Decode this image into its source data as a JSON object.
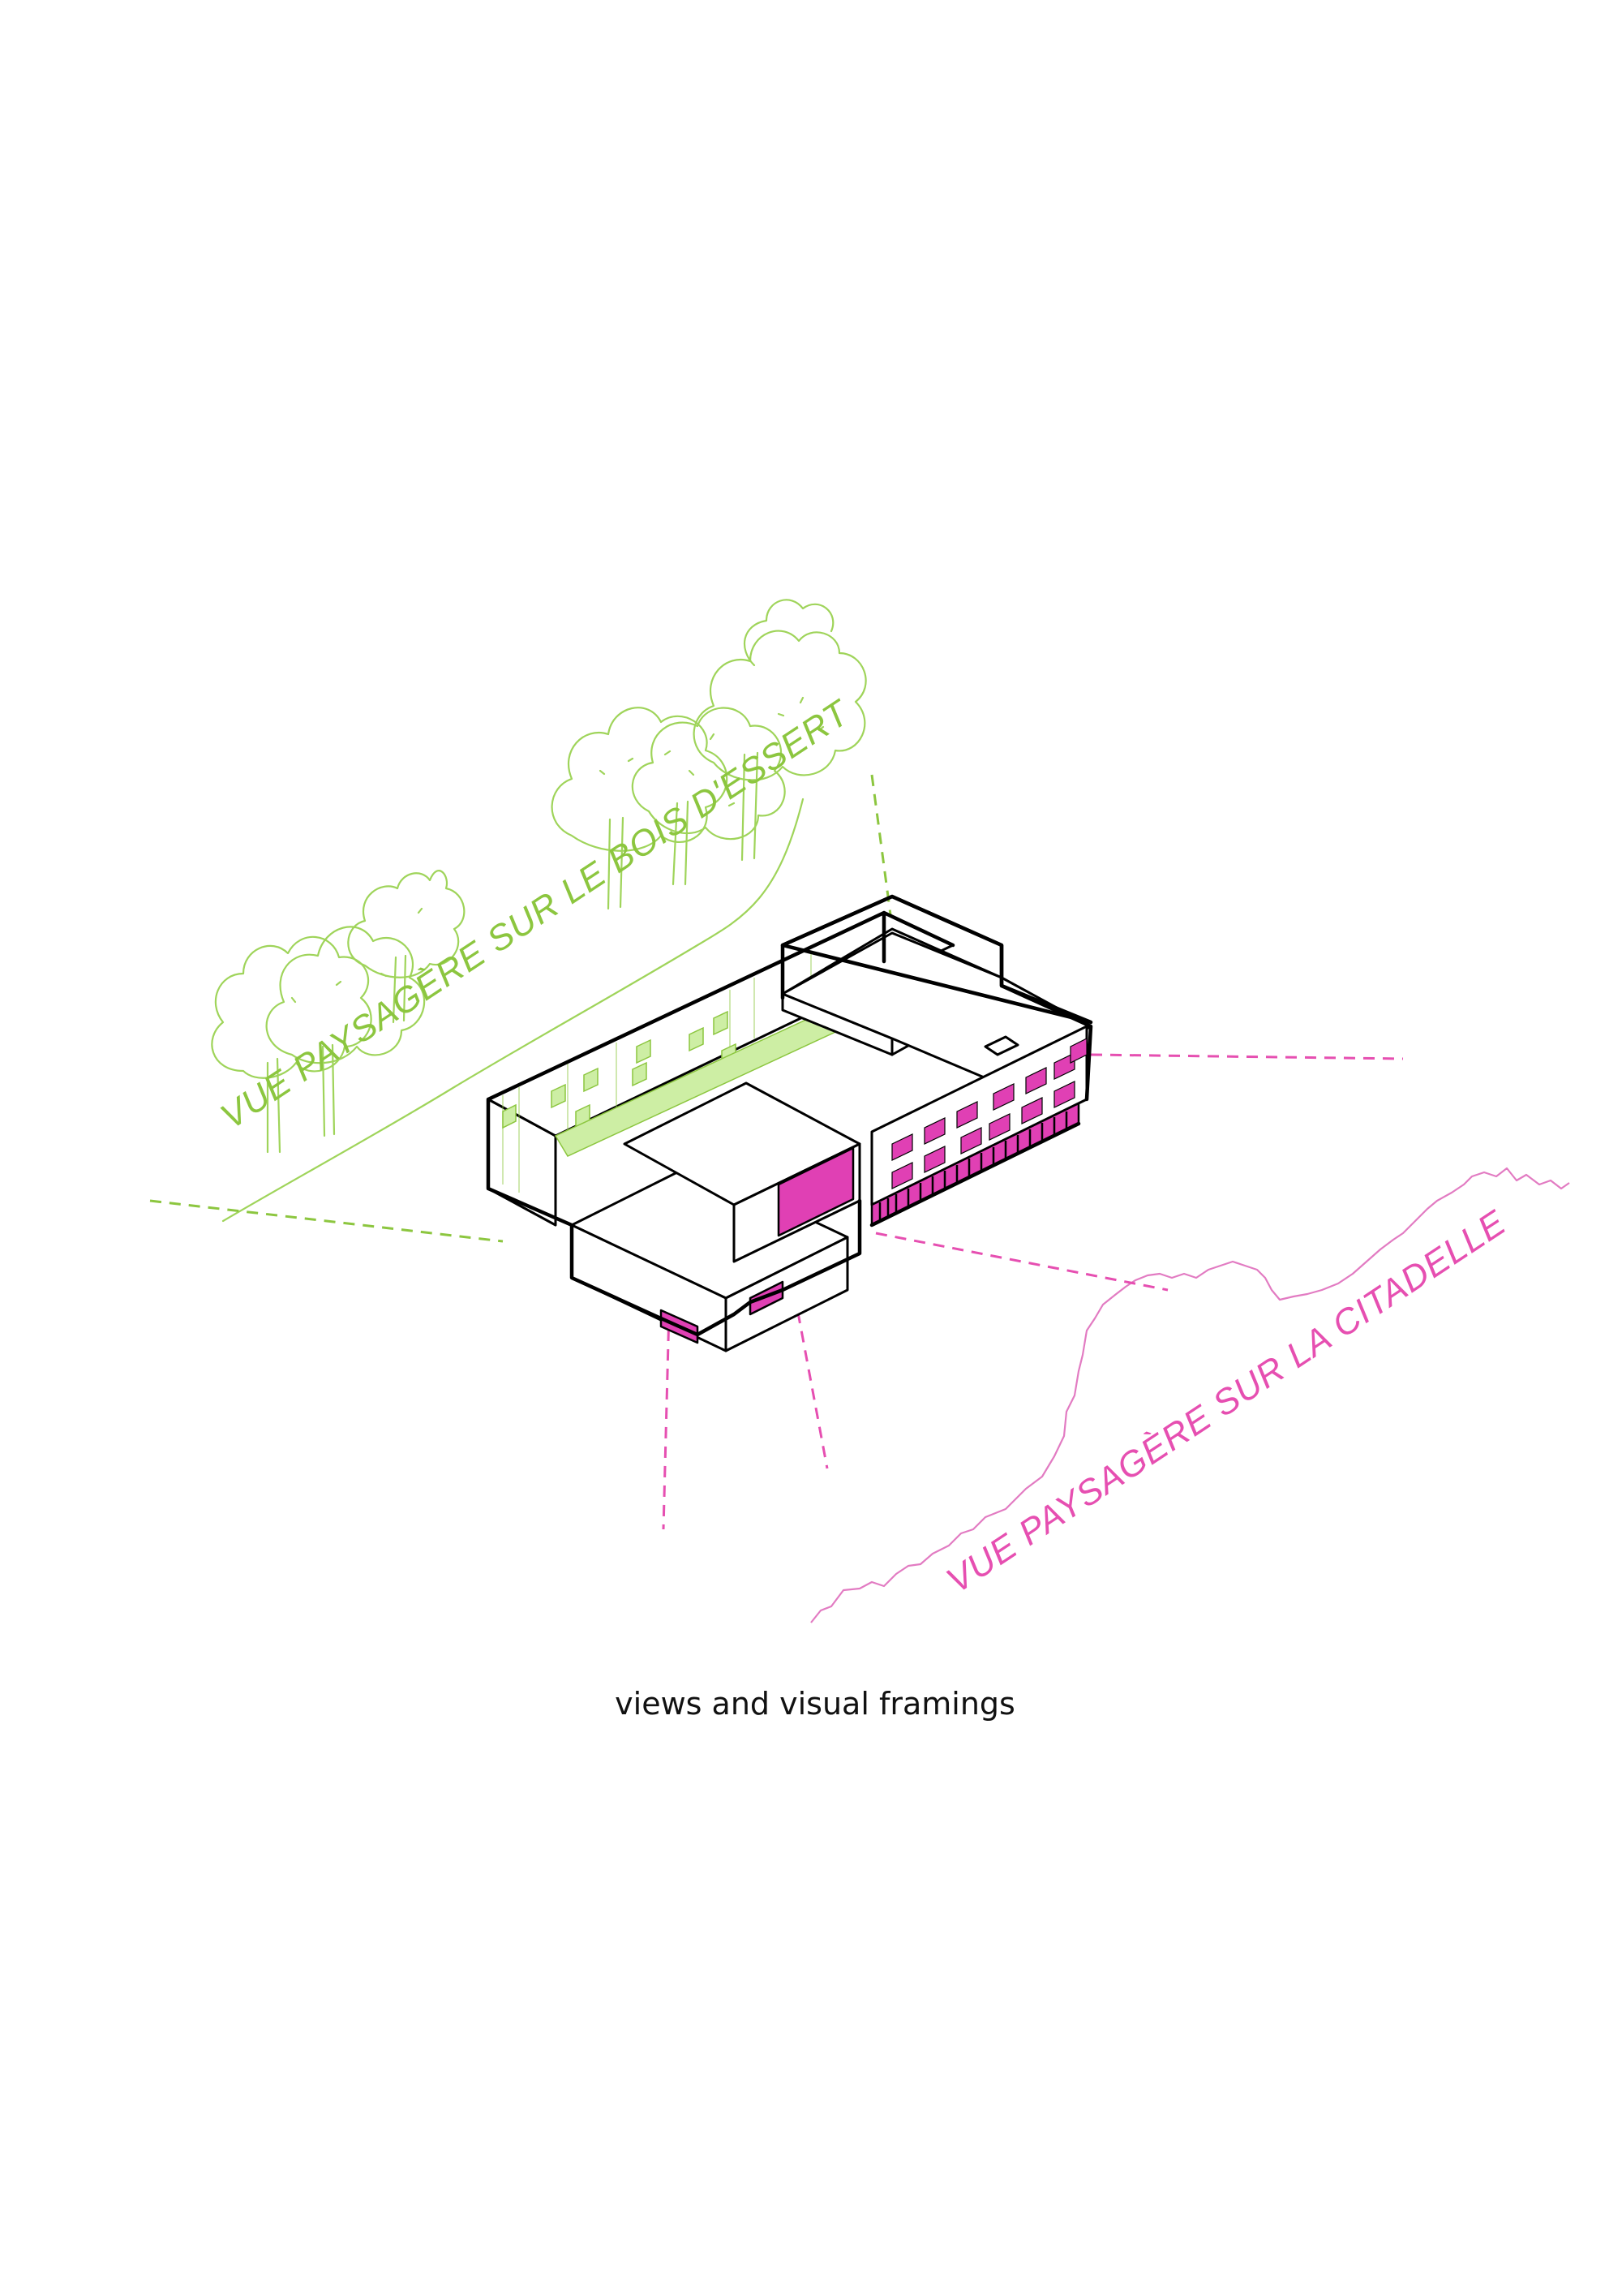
{
  "diagram": {
    "labels": {
      "bois": "VUE PAYSAGÈRE SUR LE BOIS D'ESSERT",
      "citadelle": "VUE PAYSAGÈRE SUR LA CITADELLE"
    },
    "caption": "views and visual framings",
    "colors": {
      "green": "#8cc63f",
      "pink": "#e64fb1",
      "magenta_fill": "#e040b4",
      "outline": "#000000",
      "background": "#ffffff"
    }
  }
}
